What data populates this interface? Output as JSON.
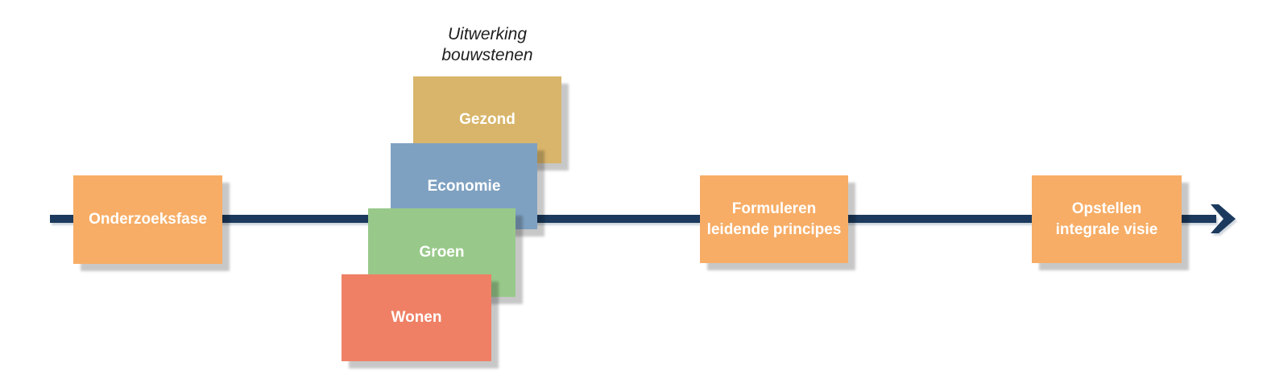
{
  "diagram": {
    "caption": {
      "line1": "Uitwerking",
      "line2": "bouwstenen"
    },
    "stages": [
      {
        "id": "onderzoeksfase",
        "lines": [
          "Onderzoeksfase"
        ],
        "color": "#F7AD66"
      },
      {
        "id": "formuleren-leidende-principes",
        "lines": [
          "Formuleren",
          "leidende principes"
        ],
        "color": "#F7AD66"
      },
      {
        "id": "opstellen-integrale-visie",
        "lines": [
          "Opstellen",
          "integrale visie"
        ],
        "color": "#F7AD66"
      }
    ],
    "building_blocks": [
      {
        "label": "Gezond",
        "color": "#D8B56A"
      },
      {
        "label": "Economie",
        "color": "#7FA1C1"
      },
      {
        "label": "Groen",
        "color": "#98C98A"
      },
      {
        "label": "Wonen",
        "color": "#EF8065"
      }
    ],
    "timeline": {
      "direction": "left-to-right",
      "color": "#1B3A5D"
    },
    "palette": {
      "background": "#FFFFFF",
      "box_text": "#FFFFFF",
      "caption_text": "#1E1E1E",
      "shadow": "#C7C7C7"
    }
  }
}
